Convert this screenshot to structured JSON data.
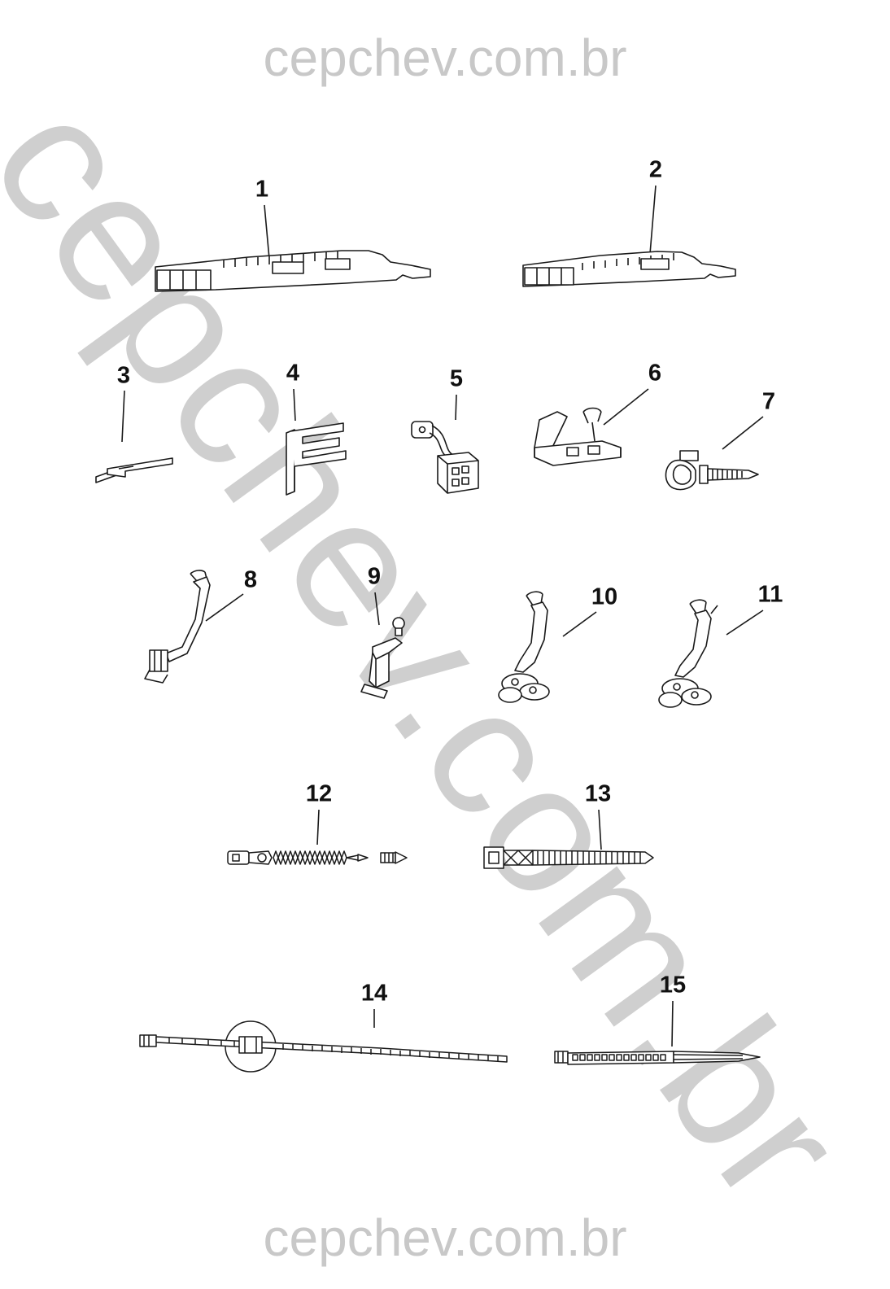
{
  "page": {
    "watermark_text": "cepchev.com.br",
    "watermark_color": "#c8c8c8",
    "ink_color": "#1a1a1a",
    "background": "#ffffff"
  },
  "callouts": [
    {
      "label": "1"
    },
    {
      "label": "2"
    },
    {
      "label": "3"
    },
    {
      "label": "4"
    },
    {
      "label": "5"
    },
    {
      "label": "6"
    },
    {
      "label": "7"
    },
    {
      "label": "8"
    },
    {
      "label": "9"
    },
    {
      "label": "10"
    },
    {
      "label": "11"
    },
    {
      "label": "12"
    },
    {
      "label": "13"
    },
    {
      "label": "14"
    },
    {
      "label": "15"
    }
  ]
}
